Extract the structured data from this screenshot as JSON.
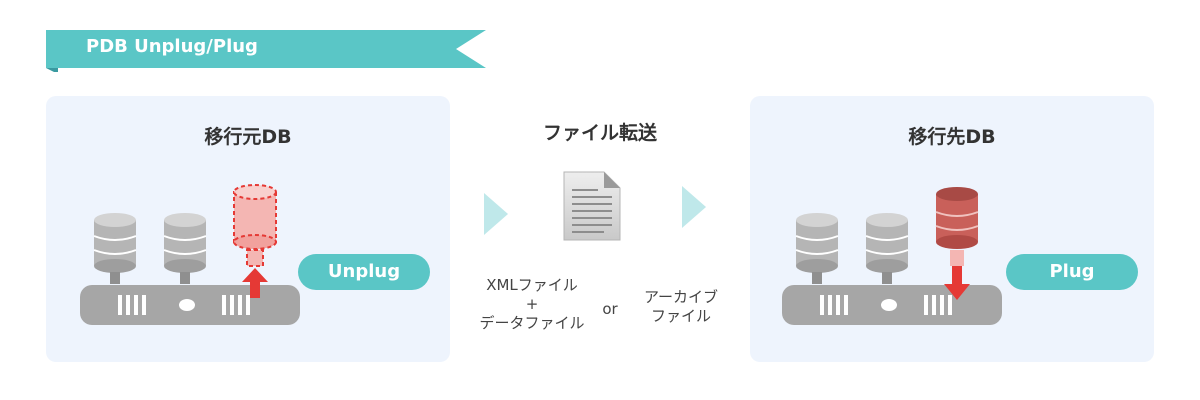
{
  "banner": {
    "title": "PDB Unplug/Plug"
  },
  "source": {
    "title": "移行元DB",
    "button": "Unplug"
  },
  "transfer": {
    "title": "ファイル転送",
    "option_a": [
      "XMLファイル",
      "+",
      "データファイル"
    ],
    "or_label": "or",
    "option_b": [
      "アーカイブ",
      "ファイル"
    ]
  },
  "target": {
    "title": "移行先DB",
    "button": "Plug"
  },
  "colors": {
    "accent": "#5ac6c6",
    "panel": "#eef4fd",
    "red": "#e53935",
    "db_gray": "#b0b0b0"
  }
}
